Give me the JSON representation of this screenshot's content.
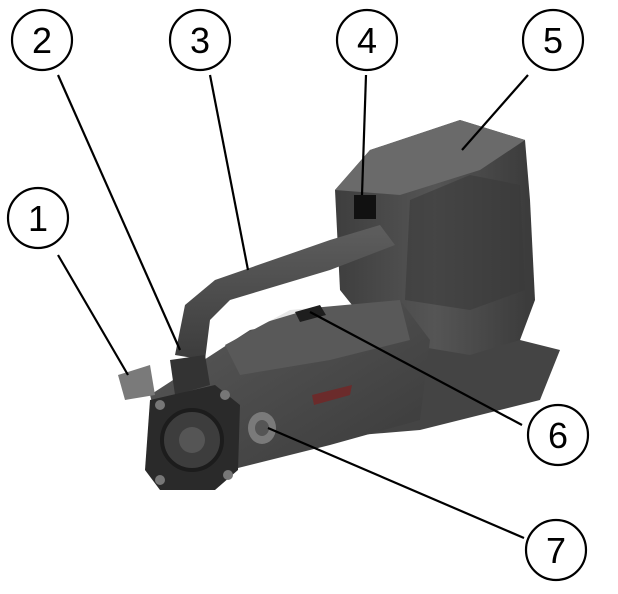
{
  "callouts": [
    {
      "id": "1",
      "label": "1"
    },
    {
      "id": "2",
      "label": "2"
    },
    {
      "id": "3",
      "label": "3"
    },
    {
      "id": "4",
      "label": "4"
    },
    {
      "id": "5",
      "label": "5"
    },
    {
      "id": "6",
      "label": "6"
    },
    {
      "id": "7",
      "label": "7"
    }
  ],
  "colors": {
    "tool_body": "#4a4a4a",
    "tool_dark": "#2a2a2a",
    "tool_light": "#6a6a6a",
    "background": "#ffffff",
    "line": "#000000"
  }
}
